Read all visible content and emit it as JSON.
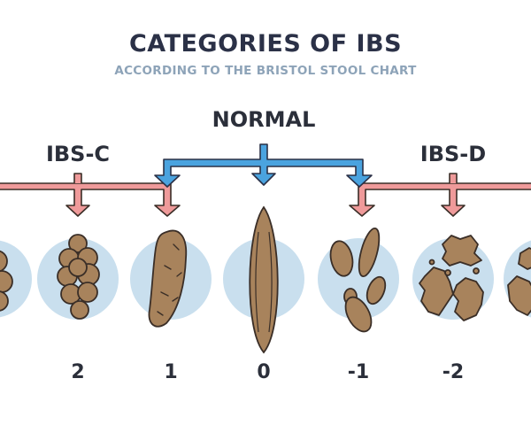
{
  "title": "CATEGORIES OF IBS",
  "subtitle": "ACCORDING TO THE BRISTOL STOOL CHART",
  "groups": {
    "constipation": "IBS-C",
    "normal": "NORMAL",
    "diarrhea": "IBS-D"
  },
  "scale": {
    "items": [
      {
        "label": "2"
      },
      {
        "label": "1"
      },
      {
        "label": "0"
      },
      {
        "label": "-1"
      },
      {
        "label": "-2"
      }
    ]
  },
  "colors": {
    "title": "#2b3147",
    "subtitle": "#8da3b8",
    "text": "#2b2f3a",
    "circle": "#c9dfee",
    "stool": "#a8835c",
    "stool_dark": "#3a2e27",
    "red_arrow": "#ef9a9a",
    "blue_arrow": "#4aa3df"
  },
  "icons": [
    "stool-lumpy-icon",
    "stool-cracked-icon",
    "stool-smooth-icon",
    "stool-soft-blobs-icon",
    "stool-mushy-icon"
  ]
}
